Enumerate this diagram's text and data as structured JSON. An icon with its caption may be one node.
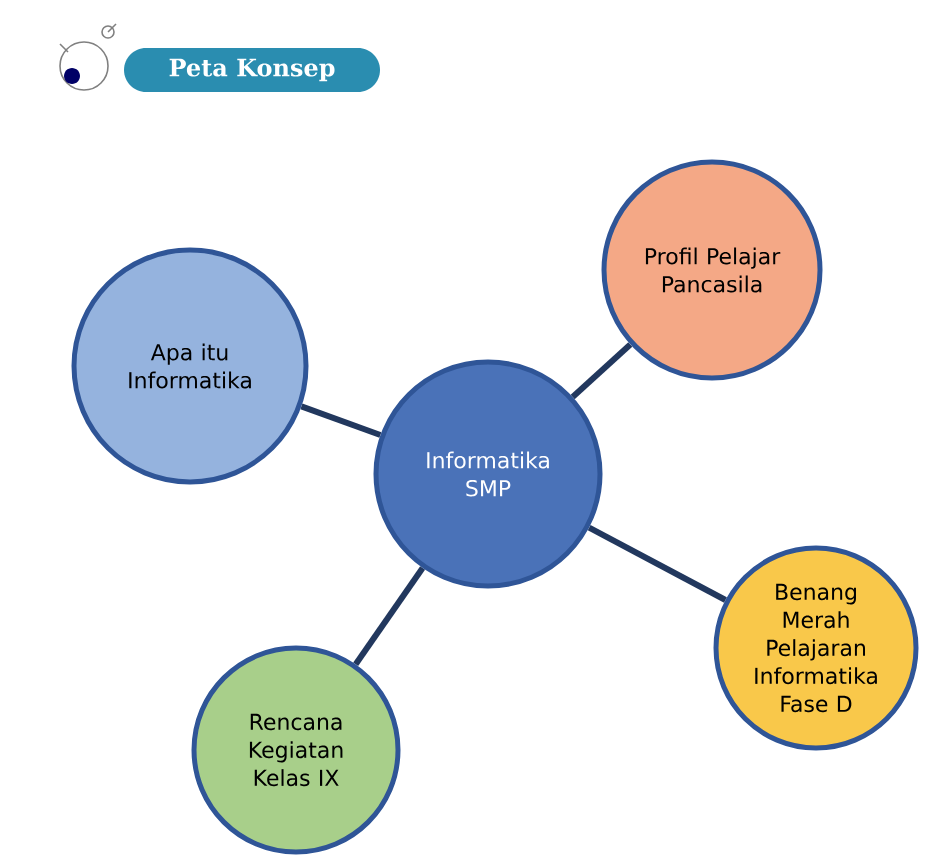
{
  "diagram": {
    "title": "Peta Konsep",
    "nodes": [
      {
        "text": [
          "Informatika SMP"
        ]
      },
      {
        "text": [
          "Apa itu Informatika"
        ]
      },
      {
        "text": [
          "Profil Pelajar Pancasila"
        ]
      },
      {
        "text": [
          "Benang Merah Pelajaran Informatika Fase D"
        ]
      },
      {
        "text": [
          "Rencana Kegiatan Kelas IX"
        ]
      }
    ],
    "edges": [
      {
        "from": 0,
        "to": 1,
        "arrow": "none"
      },
      {
        "from": 0,
        "to": 2,
        "arrow": "none"
      },
      {
        "from": 0,
        "to": 3,
        "arrow": "none"
      },
      {
        "from": 0,
        "to": 4,
        "arrow": "none"
      }
    ]
  }
}
